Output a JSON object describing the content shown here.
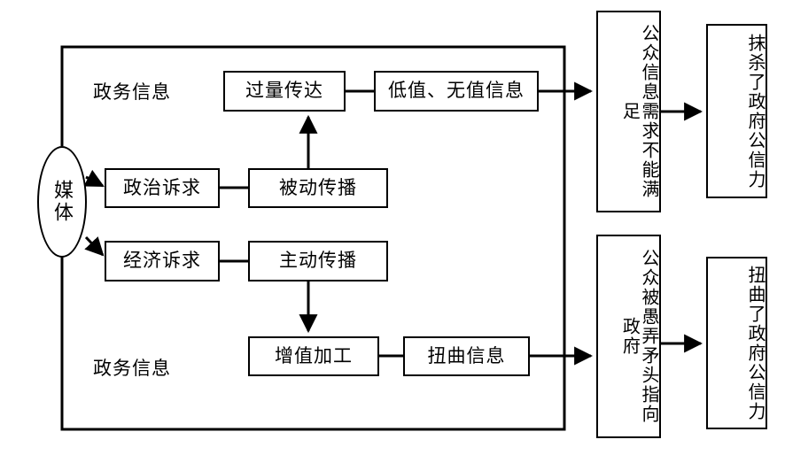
{
  "diagram": {
    "title_text_top_left": "政务信息",
    "title_text_bottom_left": "政务信息",
    "source": {
      "label": "媒体"
    },
    "nodes": {
      "political_demand": "政治诉求",
      "economic_demand": "经济诉求",
      "passive_dissemination": "被动传播",
      "active_dissemination": "主动传播",
      "excessive_delivery": "过量传达",
      "low_value_info": "低值、无值信息",
      "value_added_processing": "增值加工",
      "distorted_info": "扭曲信息",
      "unmet_public_need": "公众信息需求不能满足",
      "credibility_erased": "抹杀了政府公信力",
      "public_fooled": "公众被愚弄矛头指向政府",
      "credibility_distorted": "扭曲了政府公信力"
    },
    "colors": {
      "stroke": "#000000",
      "fill": "#ffffff",
      "text": "#000000"
    }
  }
}
